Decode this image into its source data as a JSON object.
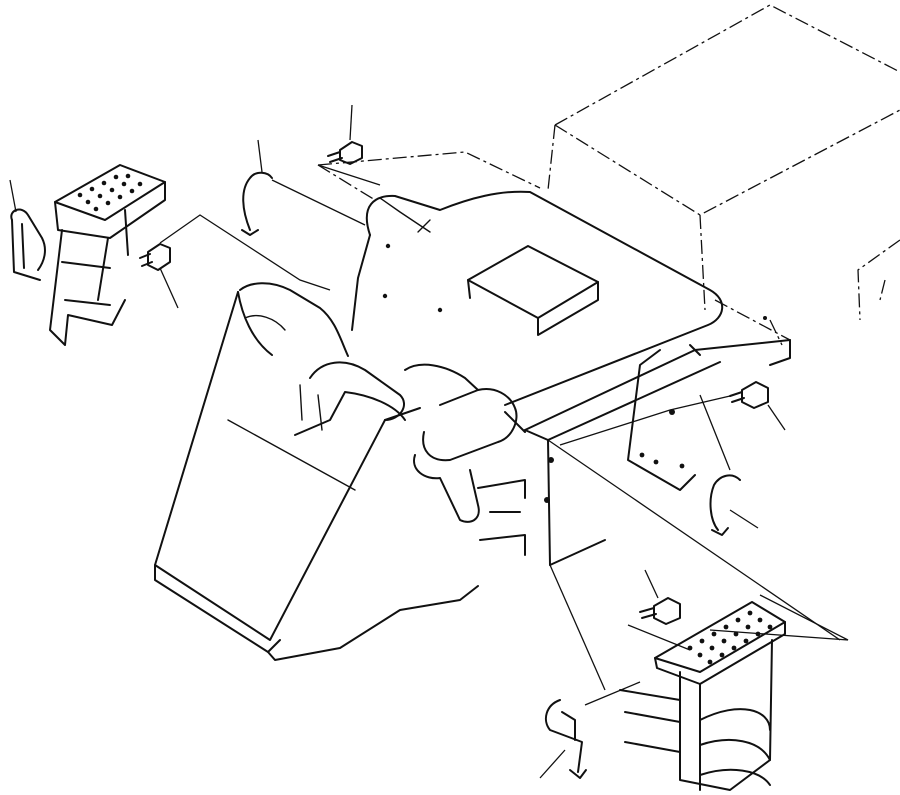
{
  "diagram": {
    "background": "#ffffff",
    "line_color": "#111111",
    "parts": [
      {
        "id": "left-handrail",
        "icon": "handrail-icon"
      },
      {
        "id": "left-step",
        "icon": "step-icon"
      },
      {
        "id": "left-bolt",
        "icon": "bolt-icon"
      },
      {
        "id": "upper-handrail",
        "icon": "handrail-icon"
      },
      {
        "id": "upper-bolt",
        "icon": "bolt-icon"
      },
      {
        "id": "right-bolt",
        "icon": "bolt-icon"
      },
      {
        "id": "right-handrail",
        "icon": "handrail-icon"
      },
      {
        "id": "lower-bolt",
        "icon": "bolt-icon"
      },
      {
        "id": "lower-step",
        "icon": "step-icon"
      },
      {
        "id": "lower-handrail",
        "icon": "handrail-icon"
      }
    ]
  }
}
